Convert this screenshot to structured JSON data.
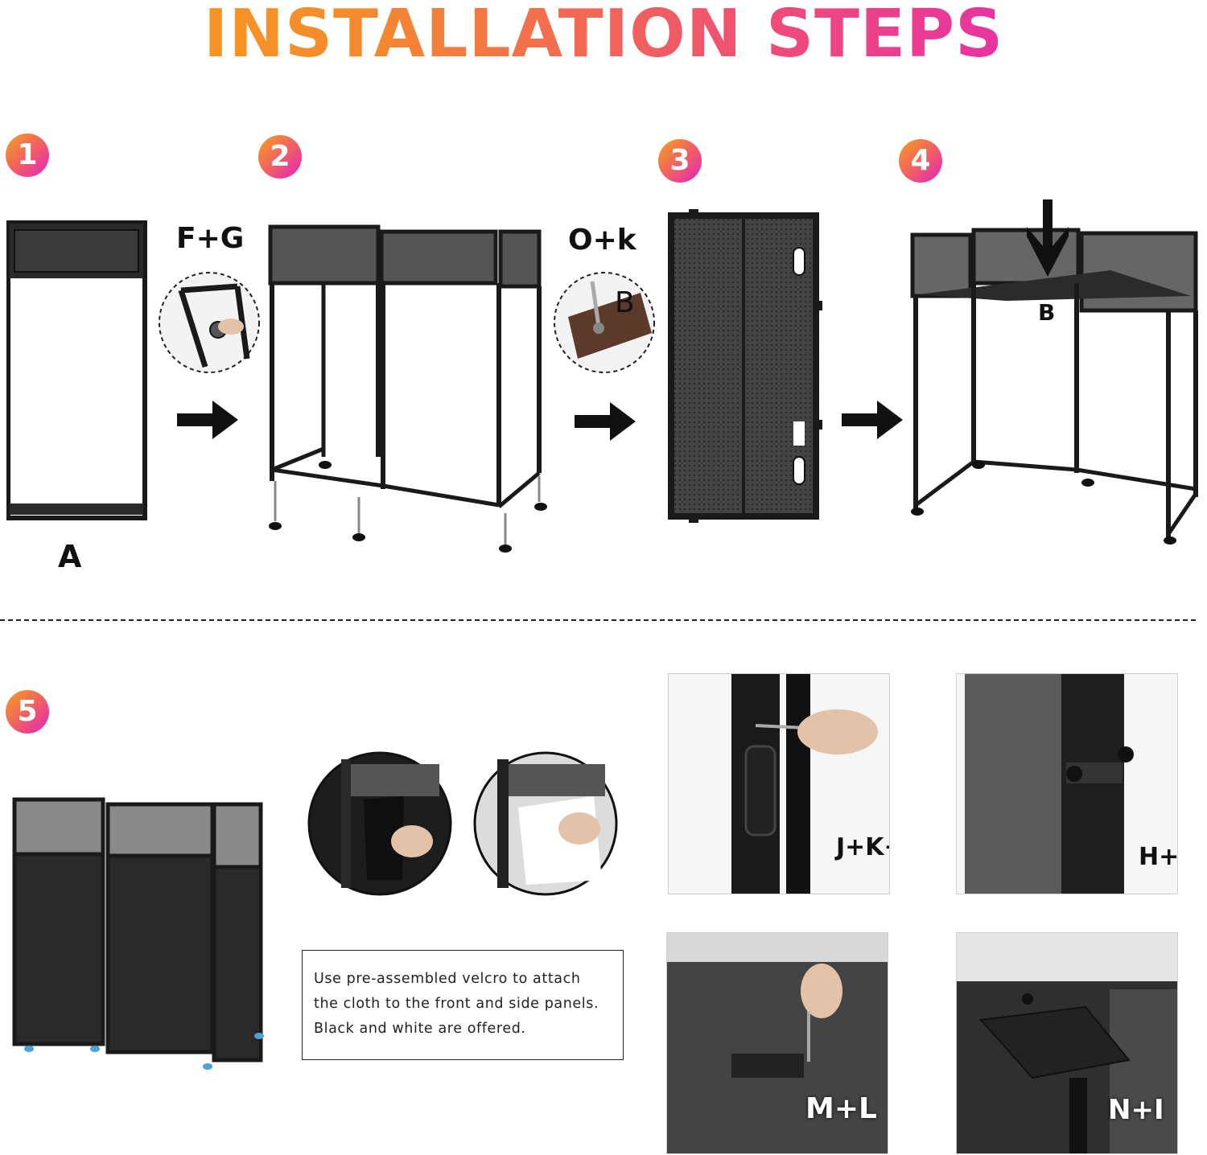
{
  "title": "INSTALLATION STEPS",
  "colors": {
    "gradient_start": "#f7a11c",
    "gradient_end": "#e21ec8",
    "frame": "#1a1a1a"
  },
  "steps": {
    "s1": {
      "number": "1",
      "part_label": "A"
    },
    "s2": {
      "number": "2",
      "connector_label": "F+G"
    },
    "s3": {
      "number": "3",
      "connector_label": "O+k",
      "inset_label": "B"
    },
    "s4": {
      "number": "4",
      "part_label": "B"
    },
    "s5": {
      "number": "5"
    }
  },
  "caption": {
    "line1": "Use pre-assembled velcro to attach",
    "line2": "the cloth to the front and side panels.",
    "line3": "Black and white are offered."
  },
  "detail_photos": {
    "p1": "J+K+L",
    "p2": "H+I",
    "p3": "M+L",
    "p4": "N+I"
  },
  "icons": [
    "right-arrow-icon",
    "down-arrow-icon"
  ]
}
